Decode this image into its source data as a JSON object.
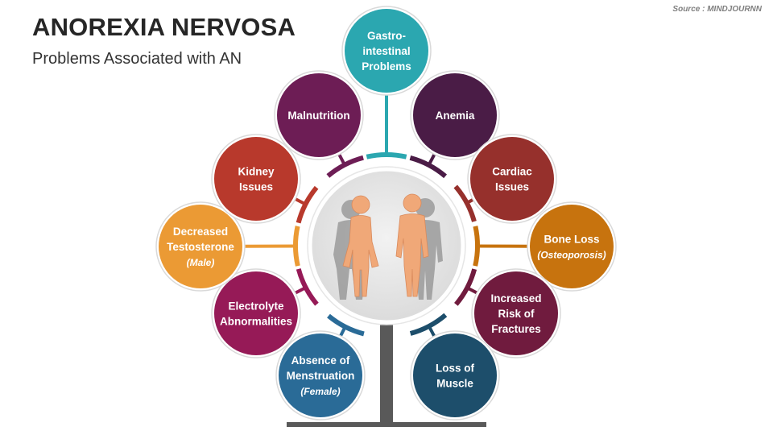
{
  "title": "ANOREXIA NERVOSA",
  "subtitle": "Problems Associated with AN",
  "source": "Source : MINDJOURNN",
  "center_image": "human-body-figures",
  "items": [
    {
      "lines": [
        "Gastro-",
        "intestinal",
        "Problems"
      ],
      "note": "",
      "color": "#2ba7b0",
      "connector": "#2ba7b0"
    },
    {
      "lines": [
        "Anemia"
      ],
      "note": "",
      "color": "#4a1c46",
      "connector": "#4a1c46"
    },
    {
      "lines": [
        "Cardiac",
        "Issues"
      ],
      "note": "",
      "color": "#96302c",
      "connector": "#96302c"
    },
    {
      "lines": [
        "Bone Loss"
      ],
      "note": "(Osteoporosis)",
      "color": "#c7730e",
      "connector": "#c7730e"
    },
    {
      "lines": [
        "Increased",
        "Risk of",
        "Fractures"
      ],
      "note": "",
      "color": "#701b3e",
      "connector": "#701b3e"
    },
    {
      "lines": [
        "Loss of",
        "Muscle"
      ],
      "note": "",
      "color": "#1d4e6b",
      "connector": "#1d4e6b"
    },
    {
      "lines": [
        "Absence of",
        "Menstruation"
      ],
      "note": "(Female)",
      "color": "#2a6b97",
      "connector": "#2a6b97"
    },
    {
      "lines": [
        "Electrolyte",
        "Abnormalities"
      ],
      "note": "",
      "color": "#961a57",
      "connector": "#961a57"
    },
    {
      "lines": [
        "Decreased",
        "Testosterone"
      ],
      "note": "(Male)",
      "color": "#eb9a34",
      "connector": "#eb9a34"
    },
    {
      "lines": [
        "Kidney",
        "Issues"
      ],
      "note": "",
      "color": "#b8392c",
      "connector": "#b8392c"
    },
    {
      "lines": [
        "Malnutrition"
      ],
      "note": "",
      "color": "#6d1d55",
      "connector": "#6d1d55"
    }
  ]
}
